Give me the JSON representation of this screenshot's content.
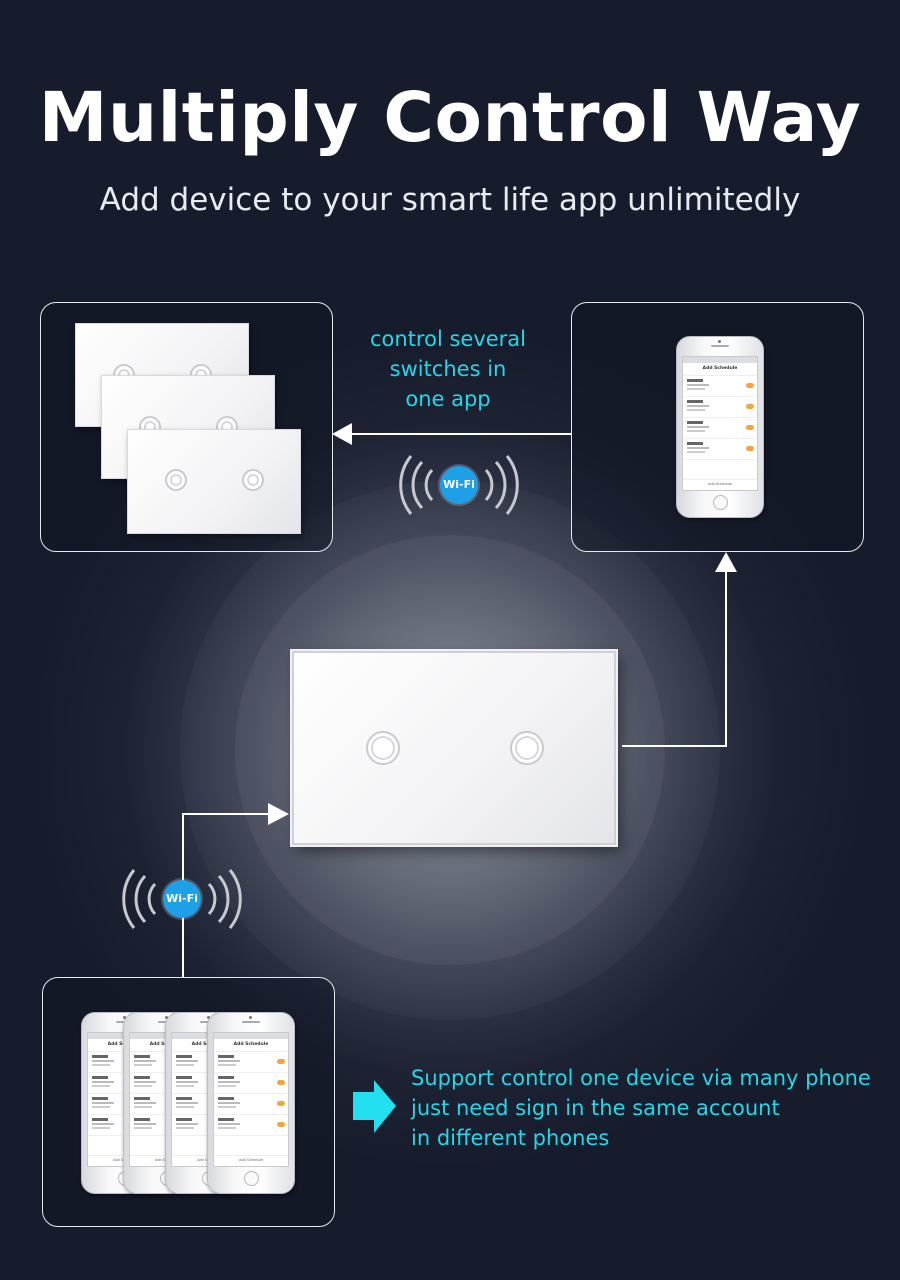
{
  "header": {
    "title": "Multiply Control Way",
    "subtitle": "Add device to your smart life app unlimitedly"
  },
  "callouts": {
    "several_switches": [
      "control several",
      "switches in",
      "one app"
    ],
    "many_phones": [
      "Support control one device via many phone",
      "just need sign in the same account",
      "in different phones"
    ]
  },
  "wifi_label": "Wi-Fi",
  "phone_screen": {
    "title": "Add Schedule",
    "footer": "Add Schedule"
  },
  "colors": {
    "background": "#171c2d",
    "accent_text": "#20d8e8",
    "wifi_badge": "#1ea0e8",
    "toggle": "#f3a53b"
  },
  "icons": [
    "wifi-icon",
    "arrow-right-icon",
    "arrow-left-icon",
    "arrow-up-icon"
  ]
}
